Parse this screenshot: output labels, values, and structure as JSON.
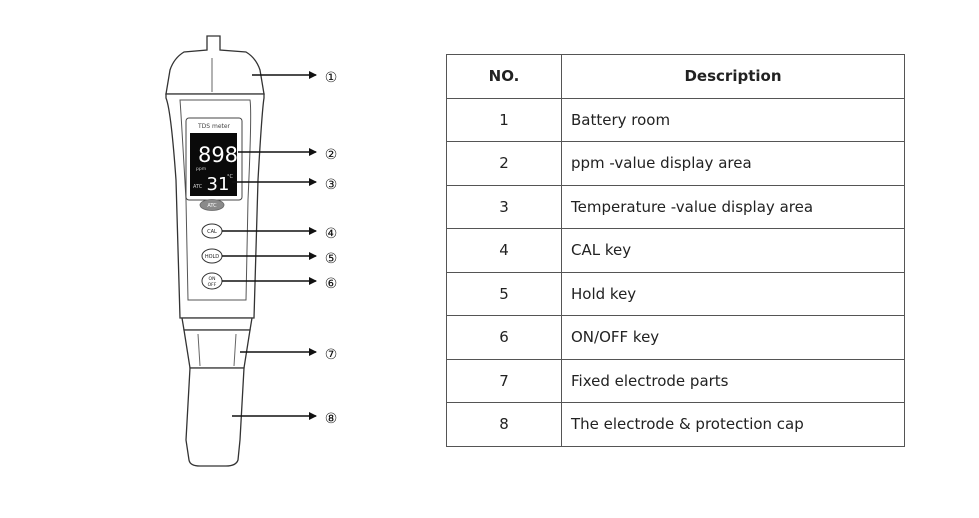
{
  "device": {
    "label": "TDS meter",
    "display": {
      "main_reading": "898",
      "main_unit": "ppm",
      "temp_reading": "31",
      "temp_unit": "°C",
      "atc_label": "ATC"
    },
    "buttons": {
      "atc": "ATC",
      "cal": "CAL",
      "hold": "HOLD",
      "on_line1": "ON",
      "on_line2": "OFF"
    },
    "callouts": [
      "①",
      "②",
      "③",
      "④",
      "⑤",
      "⑥",
      "⑦",
      "⑧"
    ]
  },
  "table": {
    "header_no": "NO.",
    "header_desc": "Description",
    "rows": [
      {
        "no": "1",
        "desc": "Battery room"
      },
      {
        "no": "2",
        "desc": "ppm -value display area"
      },
      {
        "no": "3",
        "desc": "Temperature -value display area"
      },
      {
        "no": "4",
        "desc": "CAL key"
      },
      {
        "no": "5",
        "desc": "Hold key"
      },
      {
        "no": "6",
        "desc": "ON/OFF key"
      },
      {
        "no": "7",
        "desc": "Fixed electrode parts"
      },
      {
        "no": "8",
        "desc": "The electrode & protection cap"
      }
    ]
  }
}
